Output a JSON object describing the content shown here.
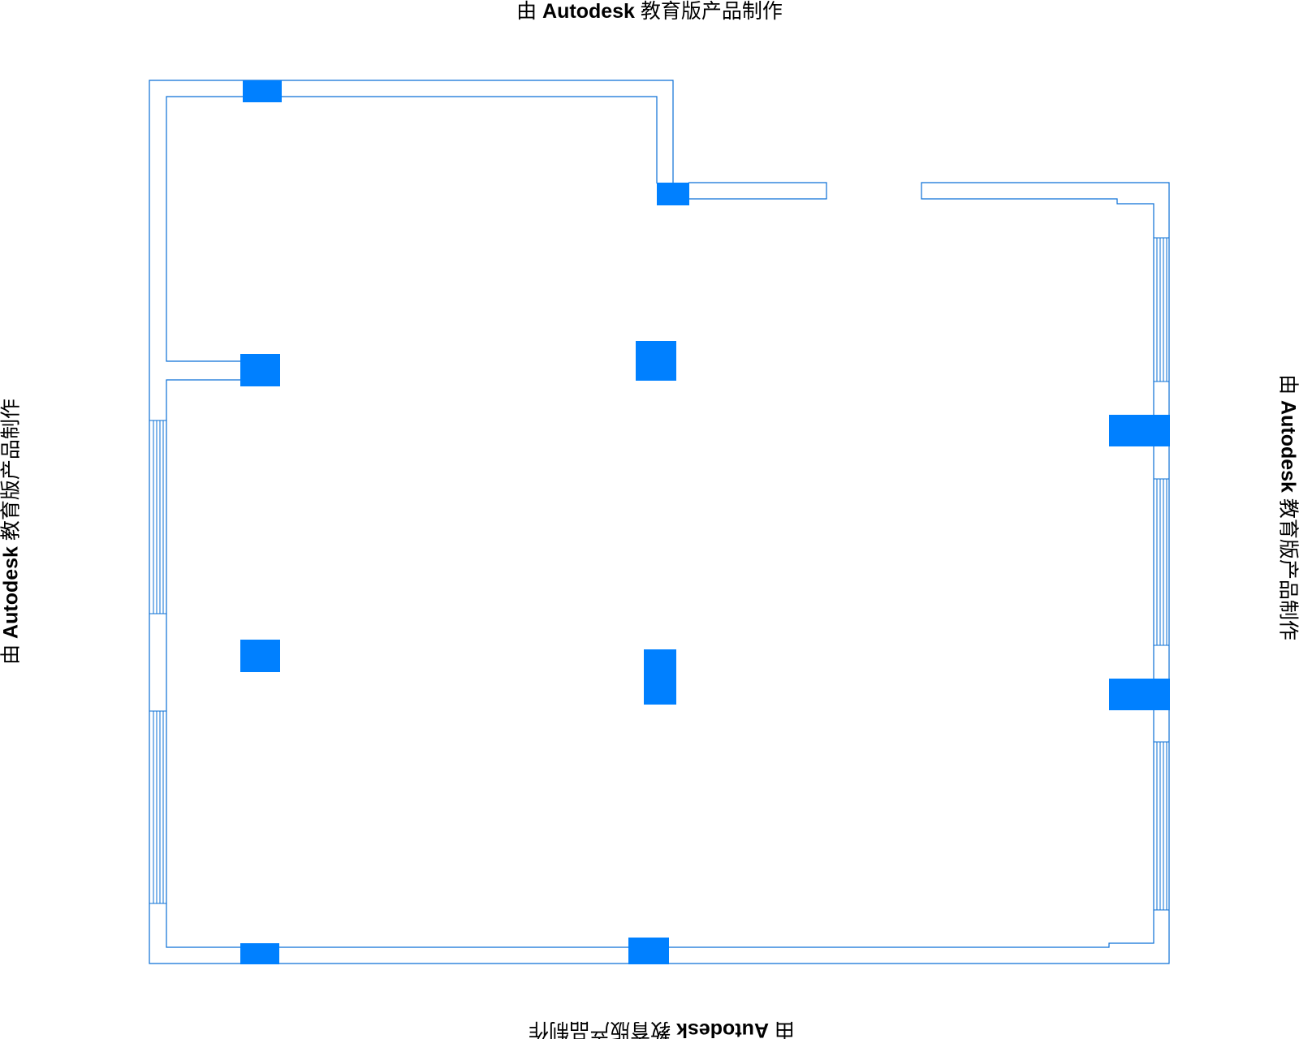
{
  "watermark": {
    "prefix": "由",
    "brand": "Autodesk",
    "suffix": "教育版产品制作"
  },
  "colors": {
    "wall": "#0a6fd6",
    "column": "#0080ff",
    "background": "#ffffff"
  }
}
